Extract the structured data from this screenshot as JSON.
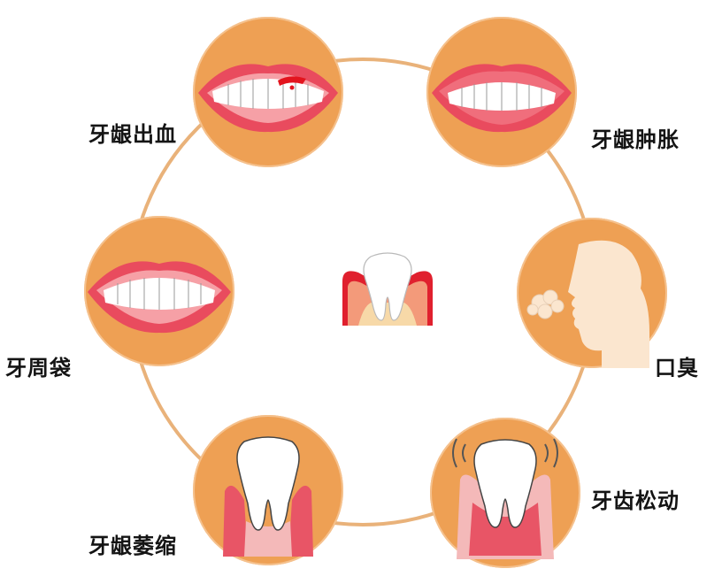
{
  "diagram": {
    "center_icon": "tooth-with-gum-inflammation-icon",
    "symptoms": [
      {
        "label": "牙龈出血",
        "icon": "bleeding-gum-mouth-icon"
      },
      {
        "label": "牙龈肿胀",
        "icon": "swollen-gum-mouth-icon"
      },
      {
        "label": "口臭",
        "icon": "bad-breath-head-icon"
      },
      {
        "label": "牙齿松动",
        "icon": "loose-tooth-icon"
      },
      {
        "label": "牙龈萎缩",
        "icon": "receding-gum-tooth-icon"
      },
      {
        "label": "牙周袋",
        "icon": "periodontal-pocket-mouth-icon"
      }
    ],
    "colors": {
      "circle_fill": "#EEA054",
      "ring_line": "#E9B27A",
      "lips": "#E94B5E",
      "gum": "#F6A0A6",
      "tooth": "#FFFFFF",
      "bleeding": "#E3141E",
      "head_silhouette": "#FBE6CF"
    }
  }
}
